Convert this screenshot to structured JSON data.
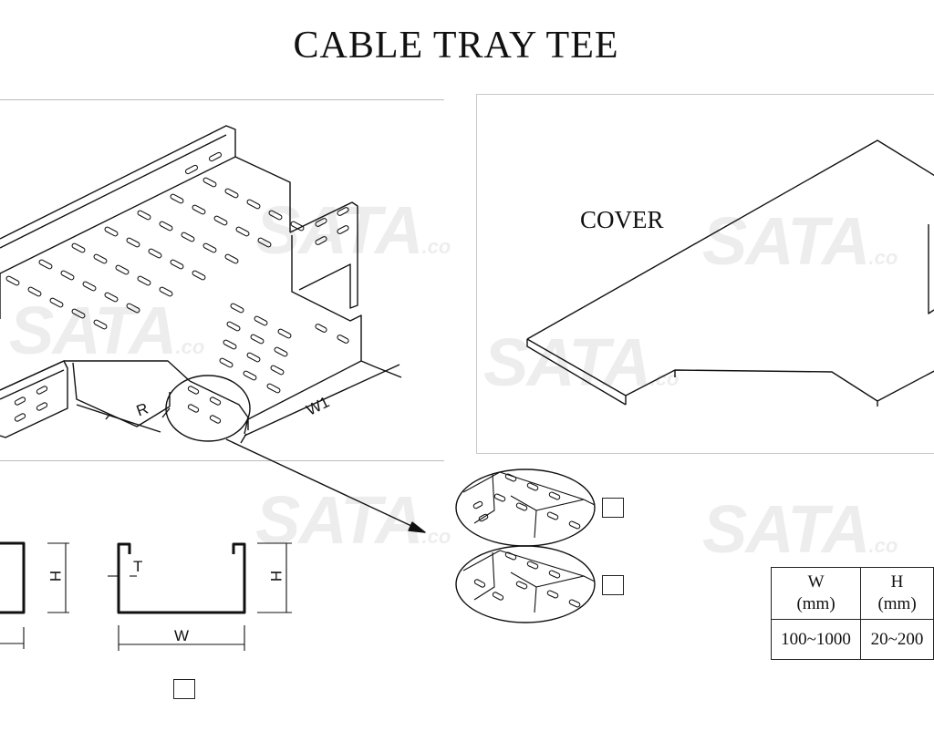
{
  "title": "CABLE TRAY TEE",
  "cover_label": "COVER",
  "dimension_labels": {
    "r": "R",
    "w1": "W1",
    "h_left": "H",
    "h_right": "H",
    "t": "T",
    "w": "W"
  },
  "spec_table": {
    "headers": [
      {
        "line1": "W",
        "line2": "(mm)"
      },
      {
        "line1": "H",
        "line2": "(mm)"
      }
    ],
    "rows": [
      [
        "100~1000",
        "20~200"
      ]
    ]
  },
  "watermark": {
    "text": "SATA",
    "suffix": ".co"
  },
  "colors": {
    "line": "#111111",
    "frame": "#c8c8c8",
    "watermark": "#000000"
  }
}
